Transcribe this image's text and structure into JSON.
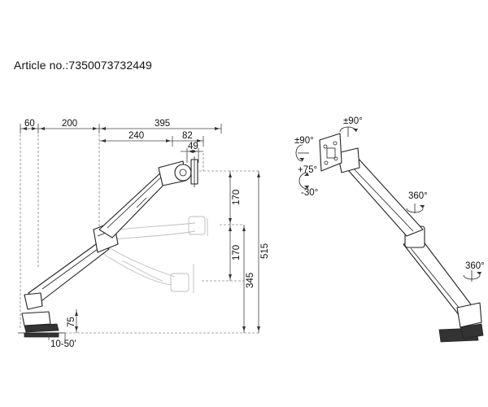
{
  "article": {
    "label": "Article no.:7350073732449"
  },
  "side_view": {
    "dims": {
      "d60": "60",
      "d200": "200",
      "d395": "395",
      "d240": "240",
      "d82": "82",
      "d49": "49",
      "d170_upper": "170",
      "d170_lower": "170",
      "d345": "345",
      "d515": "515",
      "d75": "75",
      "clamp": "10-50'"
    }
  },
  "rotation_view": {
    "labels": {
      "tilt_top": "±90°",
      "swivel_left": "±90°",
      "tilt_up": "+75°",
      "tilt_down": "-30°",
      "rot_mid": "360°",
      "rot_base": "360°"
    }
  }
}
